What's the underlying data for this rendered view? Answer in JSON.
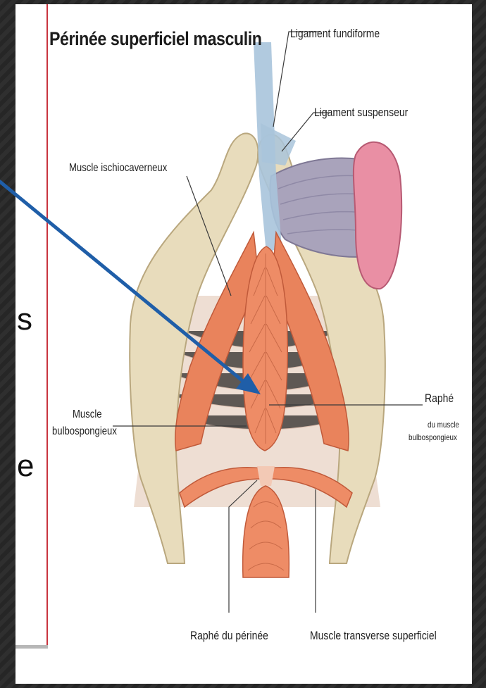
{
  "slide": {
    "left_text_fragments": [
      "s",
      "e"
    ],
    "accent_color": "#c9343f",
    "arrow_color": "#1f5ea8"
  },
  "diagram": {
    "title": "Périnée superficiel masculin",
    "labels": {
      "ligament_fundiforme": "Ligament fundiforme",
      "ligament_suspenseur": "Ligament suspenseur",
      "muscle_ischiocaverneux": "Muscle ischiocaverneux",
      "muscle_bulbospongieux_line1": "Muscle",
      "muscle_bulbospongieux_line2": "bulbospongieux",
      "raphe_muscle_line1": "Raphé",
      "raphe_muscle_line2": "du muscle",
      "raphe_muscle_line3": "bulbospongieux",
      "raphe_perinee": "Raphé du périnée",
      "muscle_transverse": "Muscle transverse superficiel"
    }
  }
}
